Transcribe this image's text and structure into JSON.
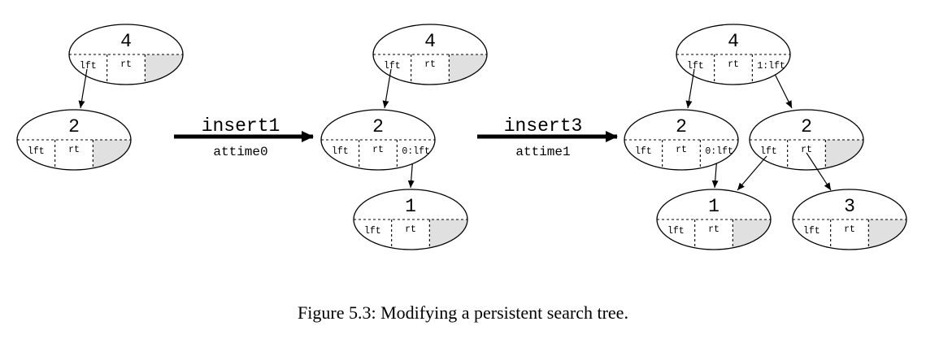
{
  "caption": "Figure 5.3: Modifying a persistent search tree.",
  "field_labels": {
    "left": "lft",
    "right": "rt"
  },
  "operations": [
    {
      "text": "insert1",
      "time": "attime0"
    },
    {
      "text": "insert3",
      "time": "attime1"
    }
  ],
  "versions": [
    {
      "nodes": [
        {
          "key": "4",
          "extra": ""
        },
        {
          "key": "2",
          "extra": ""
        }
      ]
    },
    {
      "nodes": [
        {
          "key": "4",
          "extra": ""
        },
        {
          "key": "2",
          "extra": "0:lft"
        },
        {
          "key": "1",
          "extra": ""
        }
      ]
    },
    {
      "nodes": [
        {
          "key": "4",
          "extra": "1:lft"
        },
        {
          "key": "2",
          "extra": "0:lft"
        },
        {
          "key": "2",
          "extra": ""
        },
        {
          "key": "1",
          "extra": ""
        },
        {
          "key": "3",
          "extra": ""
        }
      ]
    }
  ]
}
